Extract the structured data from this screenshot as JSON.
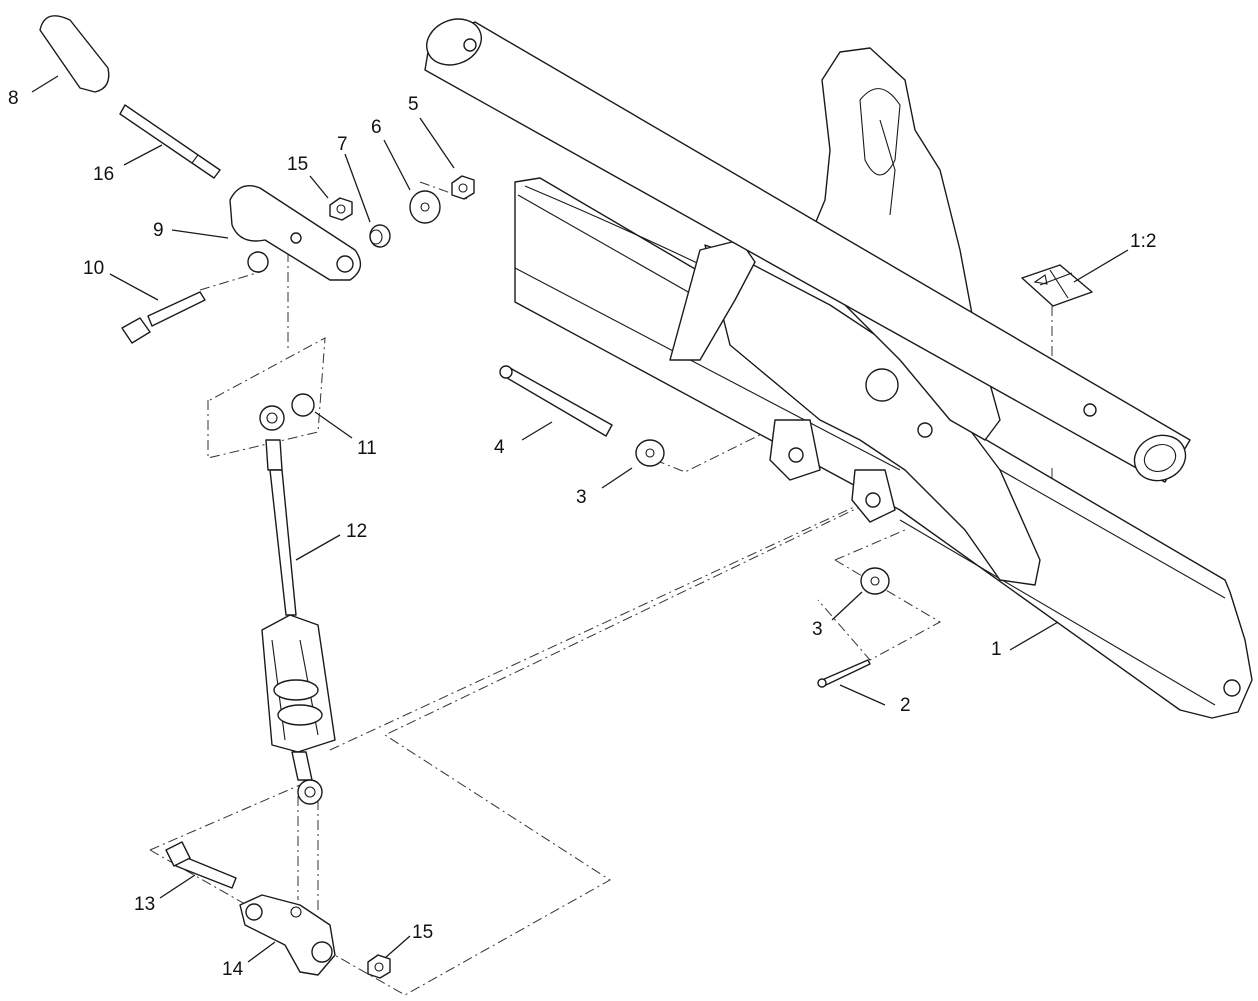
{
  "callouts": {
    "c1": "1",
    "c1_2": "1:2",
    "c2": "2",
    "c3a": "3",
    "c3b": "3",
    "c4": "4",
    "c5": "5",
    "c6": "6",
    "c7": "7",
    "c8": "8",
    "c9": "9",
    "c10": "10",
    "c11": "11",
    "c12": "12",
    "c13": "13",
    "c14": "14",
    "c15a": "15",
    "c15b": "15",
    "c16": "16"
  }
}
